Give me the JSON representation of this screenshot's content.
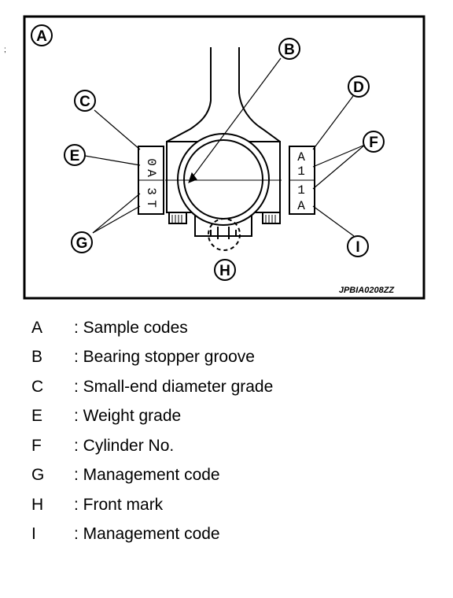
{
  "figure": {
    "panel_label": "A",
    "reference_code": "JPBIA0208ZZ",
    "stray_mark": ";",
    "callouts": [
      "A",
      "B",
      "C",
      "D",
      "E",
      "F",
      "G",
      "H",
      "I"
    ],
    "left_stamp": {
      "top_chars": [
        "0",
        "A"
      ],
      "bottom_chars": [
        "3",
        "T"
      ]
    },
    "right_stamp": {
      "top_chars": [
        "A",
        "1"
      ],
      "bottom_chars": [
        "1",
        "A"
      ]
    }
  },
  "legend": [
    {
      "key": "A",
      "desc": ": Sample codes"
    },
    {
      "key": "B",
      "desc": ": Bearing stopper groove"
    },
    {
      "key": "C",
      "desc": ": Small-end diameter grade"
    },
    {
      "key": "E",
      "desc": ": Weight grade"
    },
    {
      "key": "F",
      "desc": ": Cylinder No."
    },
    {
      "key": "G",
      "desc": ": Management code"
    },
    {
      "key": "H",
      "desc": ": Front mark"
    },
    {
      "key": "I",
      "desc": ": Management code"
    }
  ]
}
